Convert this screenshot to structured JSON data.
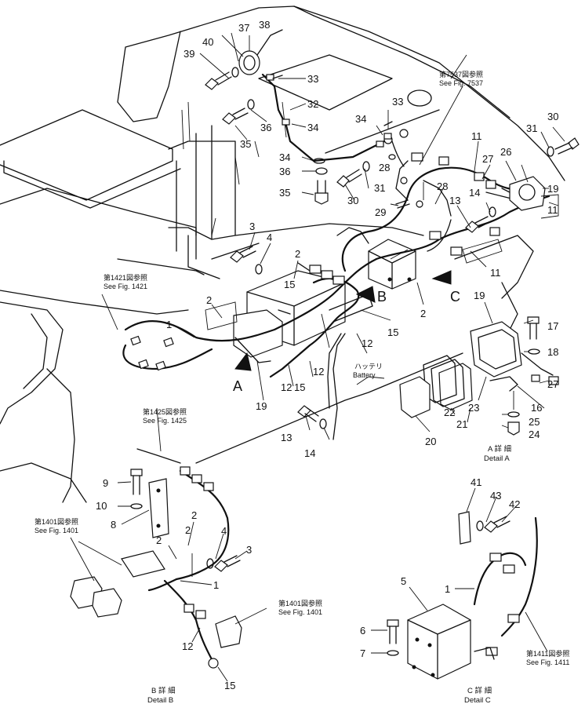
{
  "callouts": {
    "n1a": "1",
    "n1b": "1",
    "n1c": "1",
    "n2a": "2",
    "n2b": "2",
    "n2c": "2",
    "n2d": "2",
    "n2e": "2",
    "n2f": "2",
    "n3a": "3",
    "n3b": "3",
    "n4a": "4",
    "n4b": "4",
    "n5": "5",
    "n6": "6",
    "n7": "7",
    "n8": "8",
    "n9": "9",
    "n10": "10",
    "n11a": "11",
    "n11b": "11",
    "n11c": "11",
    "n12a": "12",
    "n12b": "12",
    "n12c": "12",
    "n12d": "12",
    "n13a": "13",
    "n13b": "13",
    "n14a": "14",
    "n14b": "14",
    "n15a": "15",
    "n15b": "15",
    "n15c": "15",
    "n16": "16",
    "n17": "17",
    "n18": "18",
    "n19a": "19",
    "n19b": "19",
    "n19c": "19",
    "n20": "20",
    "n21": "21",
    "n22": "22",
    "n23": "23",
    "n24": "24",
    "n25": "25",
    "n26": "26",
    "n27a": "27",
    "n27b": "27",
    "n28a": "28",
    "n28b": "28",
    "n29": "29",
    "n30a": "30",
    "n30b": "30",
    "n31a": "31",
    "n31b": "31",
    "n32": "32",
    "n33a": "33",
    "n33b": "33",
    "n34a": "34",
    "n34b": "34",
    "n34c": "34",
    "n35a": "35",
    "n35b": "35",
    "n36a": "36",
    "n36b": "36",
    "n37": "37",
    "n38": "38",
    "n39": "39",
    "n40": "40",
    "n41": "41",
    "n42": "42",
    "n43": "43"
  },
  "view_letters": {
    "A1": "A",
    "B1": "B",
    "C1": "C"
  },
  "fig_refs": {
    "f7537_jp": "第7537図参照",
    "f7537_en": "See Fig. 7537",
    "f1421_jp": "第1421図参照",
    "f1421_en": "See Fig. 1421",
    "f1425_jp": "第1425図参照",
    "f1425_en": "See Fig. 1425",
    "f1401a_jp": "第1401図参照",
    "f1401a_en": "See Fig. 1401",
    "f1401b_jp": "第1401図参照",
    "f1401b_en": "See Fig. 1401",
    "f1411_jp": "第1411図参照",
    "f1411_en": "See Fig. 1411"
  },
  "battery_label": {
    "jp": "ハッテリ",
    "en": "Battery"
  },
  "details": {
    "a_jp": "A 詳 細",
    "a_en": "Detail A",
    "b_jp": "B 詳 細",
    "b_en": "Detail B",
    "c_jp": "C 詳 細",
    "c_en": "Detail C"
  }
}
